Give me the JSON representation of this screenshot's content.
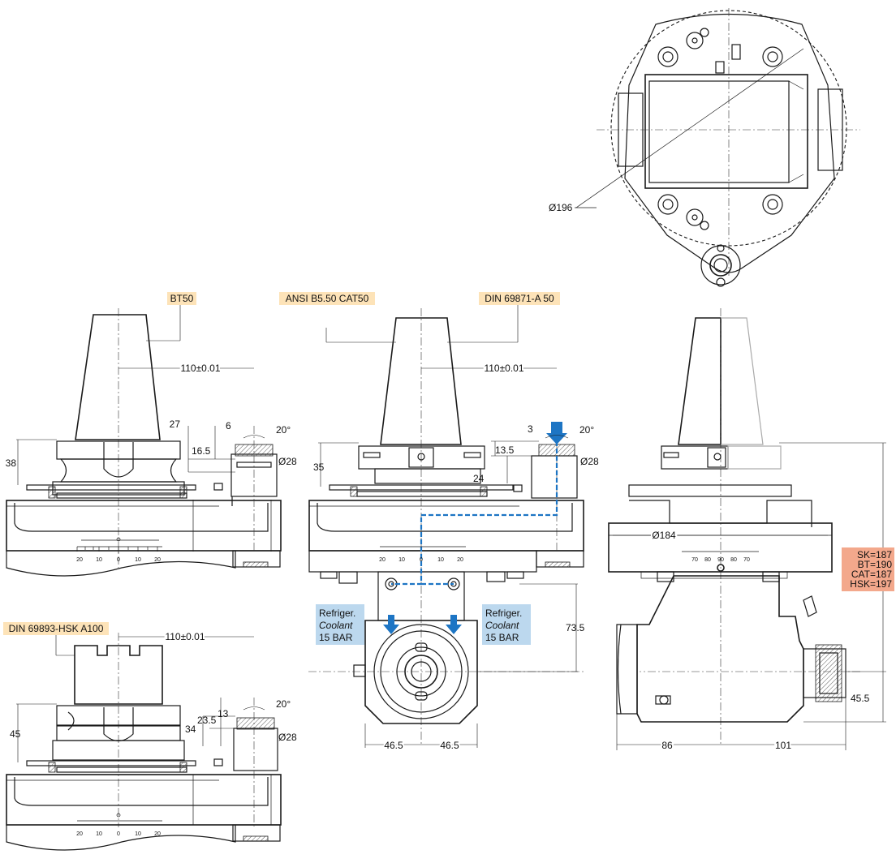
{
  "labels": {
    "bt50": "BT50",
    "ansi": "ANSI B5.50 CAT50",
    "din69871": "DIN 69871-A 50",
    "din69893": "DIN 69893-HSK A100",
    "d196": "Ø196",
    "d184": "Ø184"
  },
  "dims_left_top": {
    "center": "110±0.01",
    "d27": "27",
    "d6": "6",
    "d16_5": "16.5",
    "d38": "38",
    "angle": "20°",
    "d28": "Ø28"
  },
  "dims_mid": {
    "center": "110±0.01",
    "d3": "3",
    "d13_5": "13.5",
    "d24": "24",
    "d35": "35",
    "angle": "20°",
    "d28": "Ø28",
    "d73_5": "73.5",
    "d46_5a": "46.5",
    "d46_5b": "46.5"
  },
  "dims_left_bottom": {
    "center": "110±0.01",
    "d13": "13",
    "d23_5": "23.5",
    "d34": "34",
    "d45": "45",
    "angle": "20°",
    "d28": "Ø28"
  },
  "dims_right": {
    "d86": "86",
    "d101": "101",
    "d45_5": "45.5"
  },
  "coolant_left": [
    "Refriger.",
    "Coolant",
    "15 BAR"
  ],
  "coolant_right": [
    "Refriger.",
    "Coolant",
    "15 BAR"
  ],
  "lengths": [
    "SK=187",
    "BT=190",
    "CAT=187",
    "HSK=197"
  ],
  "scale_left": [
    "20",
    "10",
    "0",
    "10",
    "20"
  ],
  "scale_right": [
    "70",
    "80",
    "90",
    "80",
    "70"
  ],
  "colors": {
    "tag_orange": "#fde3b8",
    "tag_blue": "#bcd8ee",
    "tag_red": "#f3a88c",
    "coolant": "#1d75c4"
  }
}
